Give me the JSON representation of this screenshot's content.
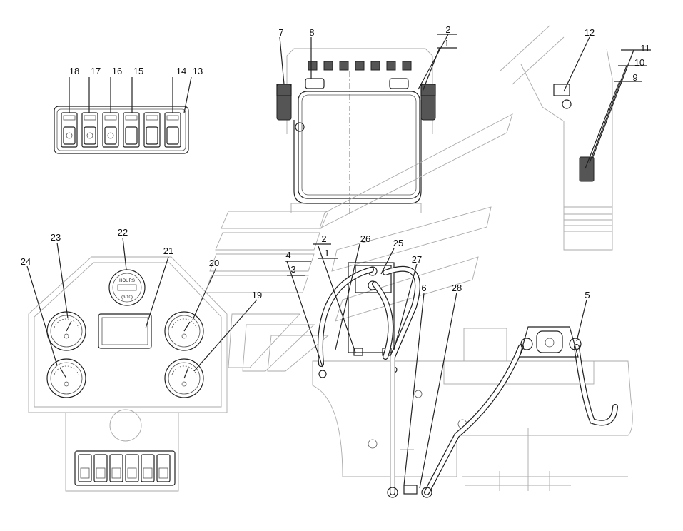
{
  "callouts": [
    "1",
    "2",
    "3",
    "4",
    "5",
    "6",
    "7",
    "8",
    "9",
    "10",
    "11",
    "12",
    "13",
    "14",
    "15",
    "16",
    "17",
    "18",
    "19",
    "20",
    "21",
    "22",
    "23",
    "24",
    "25",
    "26",
    "27",
    "28"
  ],
  "gauge_text": {
    "hour_meter_top": "HOURS",
    "hour_meter_bottom": "(h/10)"
  }
}
